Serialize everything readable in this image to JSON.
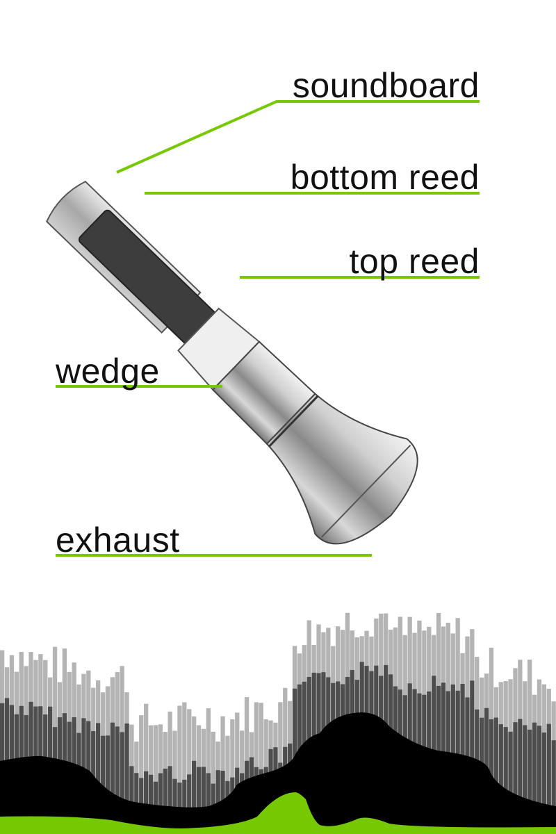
{
  "colors": {
    "accent": "#76c800",
    "bar_light": "#b4b4b4",
    "bar_dark": "#4e4e4e",
    "ink": "#000000"
  },
  "labels": {
    "soundboard": "soundboard",
    "bottom_reed": "bottom reed",
    "top_reed": "top reed",
    "wedge": "wedge",
    "exhaust": "exhaust"
  }
}
